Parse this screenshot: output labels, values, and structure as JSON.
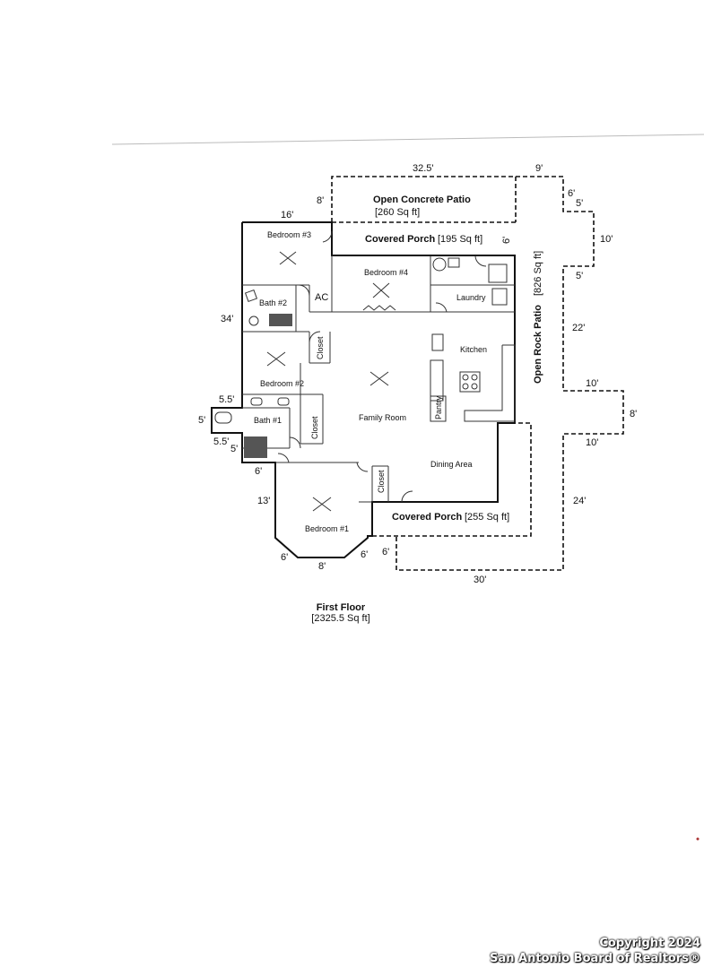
{
  "areas": {
    "open_concrete_patio": {
      "name": "Open Concrete Patio",
      "size": "[260 Sq ft]"
    },
    "covered_porch_top": {
      "name": "Covered Porch",
      "size": "[195 Sq ft]"
    },
    "covered_porch_bottom": {
      "name": "Covered Porch",
      "size": "[255 Sq ft]"
    },
    "open_rock_patio": {
      "name": "Open Rock Patio",
      "size": "[826 Sq ft]"
    }
  },
  "rooms": {
    "bedroom3": "Bedroom #3",
    "bedroom4": "Bedroom #4",
    "bath2": "Bath #2",
    "ac": "AC",
    "laundry": "Laundry",
    "kitchen": "Kitchen",
    "closet_a": "Closet",
    "bedroom2": "Bedroom #2",
    "family_room": "Family Room",
    "pantry": "Pantry",
    "bath1": "Bath #1",
    "closet_b": "Closet",
    "dining": "Dining Area",
    "closet_c": "Closet",
    "bedroom1": "Bedroom #1"
  },
  "dimensions": {
    "d1": "32.5'",
    "d2": "9'",
    "d3": "8'",
    "d4": "6'",
    "d5": "5'",
    "d6": "16'",
    "d7": "10'",
    "d8": "6'",
    "d9": "5'",
    "d10": "34'",
    "d11": "22'",
    "d12": "10'",
    "d13": "5.5'",
    "d14": "8'",
    "d15": "5'",
    "d16": "10'",
    "d17": "5.5'",
    "d18": "5'",
    "d19": "6'",
    "d20": "13'",
    "d21": "24'",
    "d22": "6'",
    "d23": "8'",
    "d24": "6'",
    "d25": "6'",
    "d26": "30'"
  },
  "floor": {
    "title": "First Floor",
    "area": "[2325.5 Sq ft]"
  },
  "copyright": {
    "line1": "Copyright 2024",
    "line2": "San Antonio Board of Realtors®"
  }
}
